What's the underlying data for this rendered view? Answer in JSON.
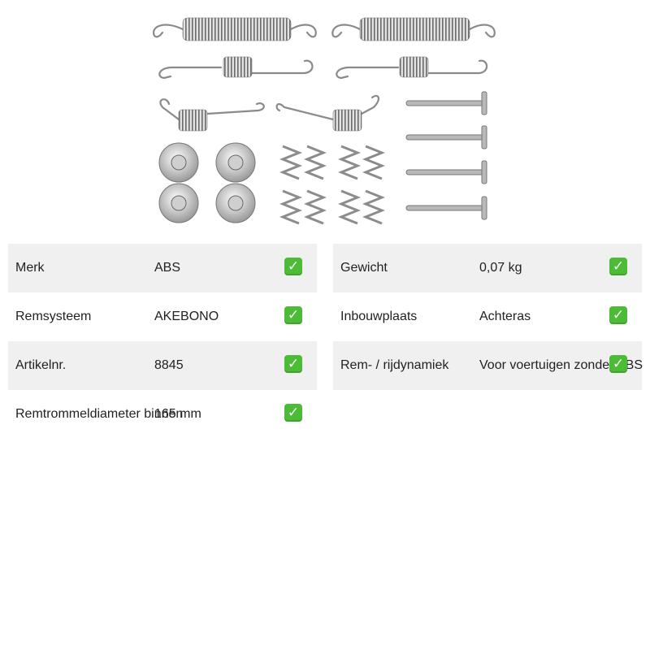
{
  "specs": {
    "left": [
      {
        "label": "Merk",
        "value": "ABS"
      },
      {
        "label": "Remsysteem",
        "value": "AKEBONO"
      },
      {
        "label": "Artikelnr.",
        "value": "8845"
      },
      {
        "label": "Remtrommeldiameter binnen",
        "value": "165 mm"
      }
    ],
    "right": [
      {
        "label": "Gewicht",
        "value": "0,07 kg"
      },
      {
        "label": "Inbouwplaats",
        "value": "Achteras"
      },
      {
        "label": "Rem- / rijdynamiek",
        "value": "Voor voertuigen zonder ABS"
      }
    ]
  },
  "check_icon": "check-mark-icon",
  "colors": {
    "check": "#4cbb35",
    "row_shade": "#f0f0f0"
  }
}
